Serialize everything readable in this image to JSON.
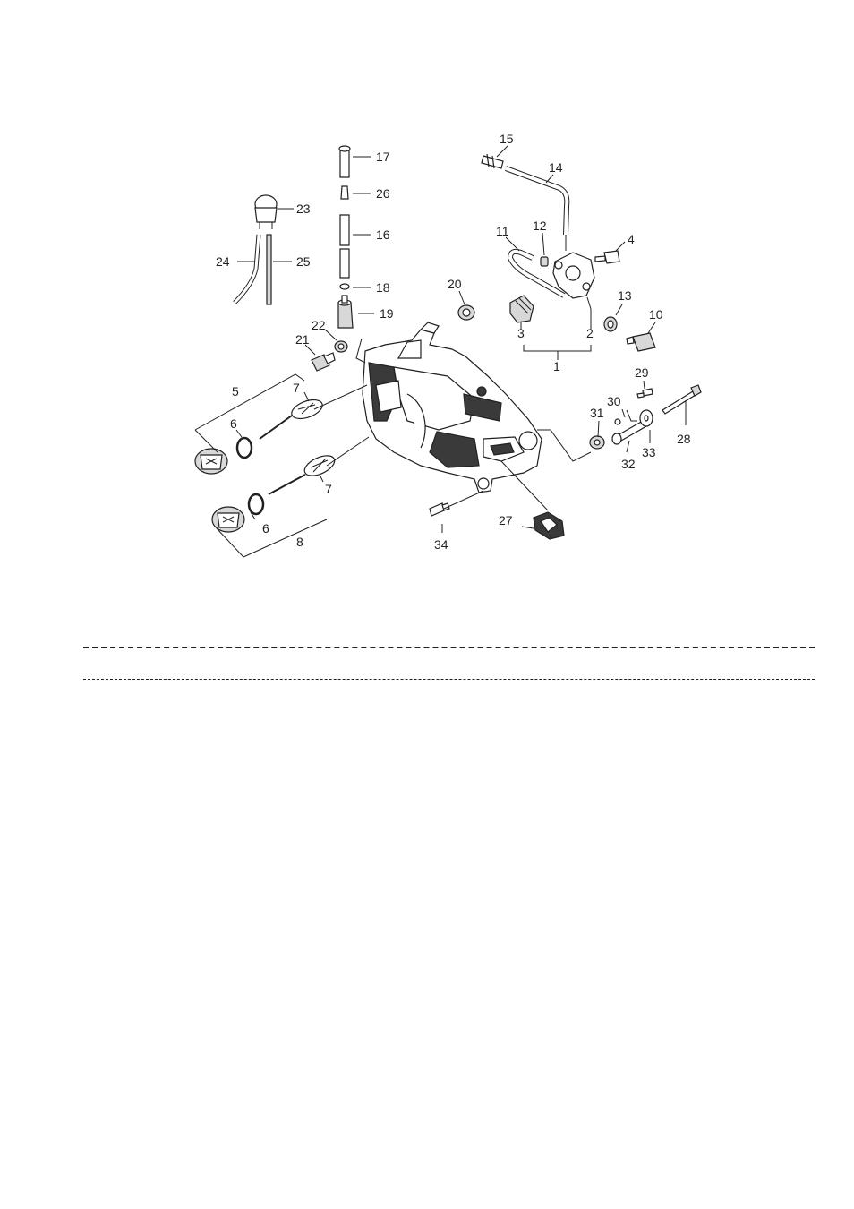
{
  "diagram": {
    "callouts": {
      "c1": "1",
      "c2": "2",
      "c3": "3",
      "c4": "4",
      "c5": "5",
      "c6a": "6",
      "c6b": "6",
      "c7a": "7",
      "c7b": "7",
      "c8": "8",
      "c10": "10",
      "c11": "11",
      "c12": "12",
      "c13": "13",
      "c14": "14",
      "c15": "15",
      "c16": "16",
      "c17": "17",
      "c18": "18",
      "c19": "19",
      "c20": "20",
      "c21": "21",
      "c22": "22",
      "c23": "23",
      "c24": "24",
      "c25": "25",
      "c26": "26",
      "c27": "27",
      "c28": "28",
      "c29": "29",
      "c30": "30",
      "c31": "31",
      "c32": "32",
      "c33": "33",
      "c34": "34"
    }
  }
}
